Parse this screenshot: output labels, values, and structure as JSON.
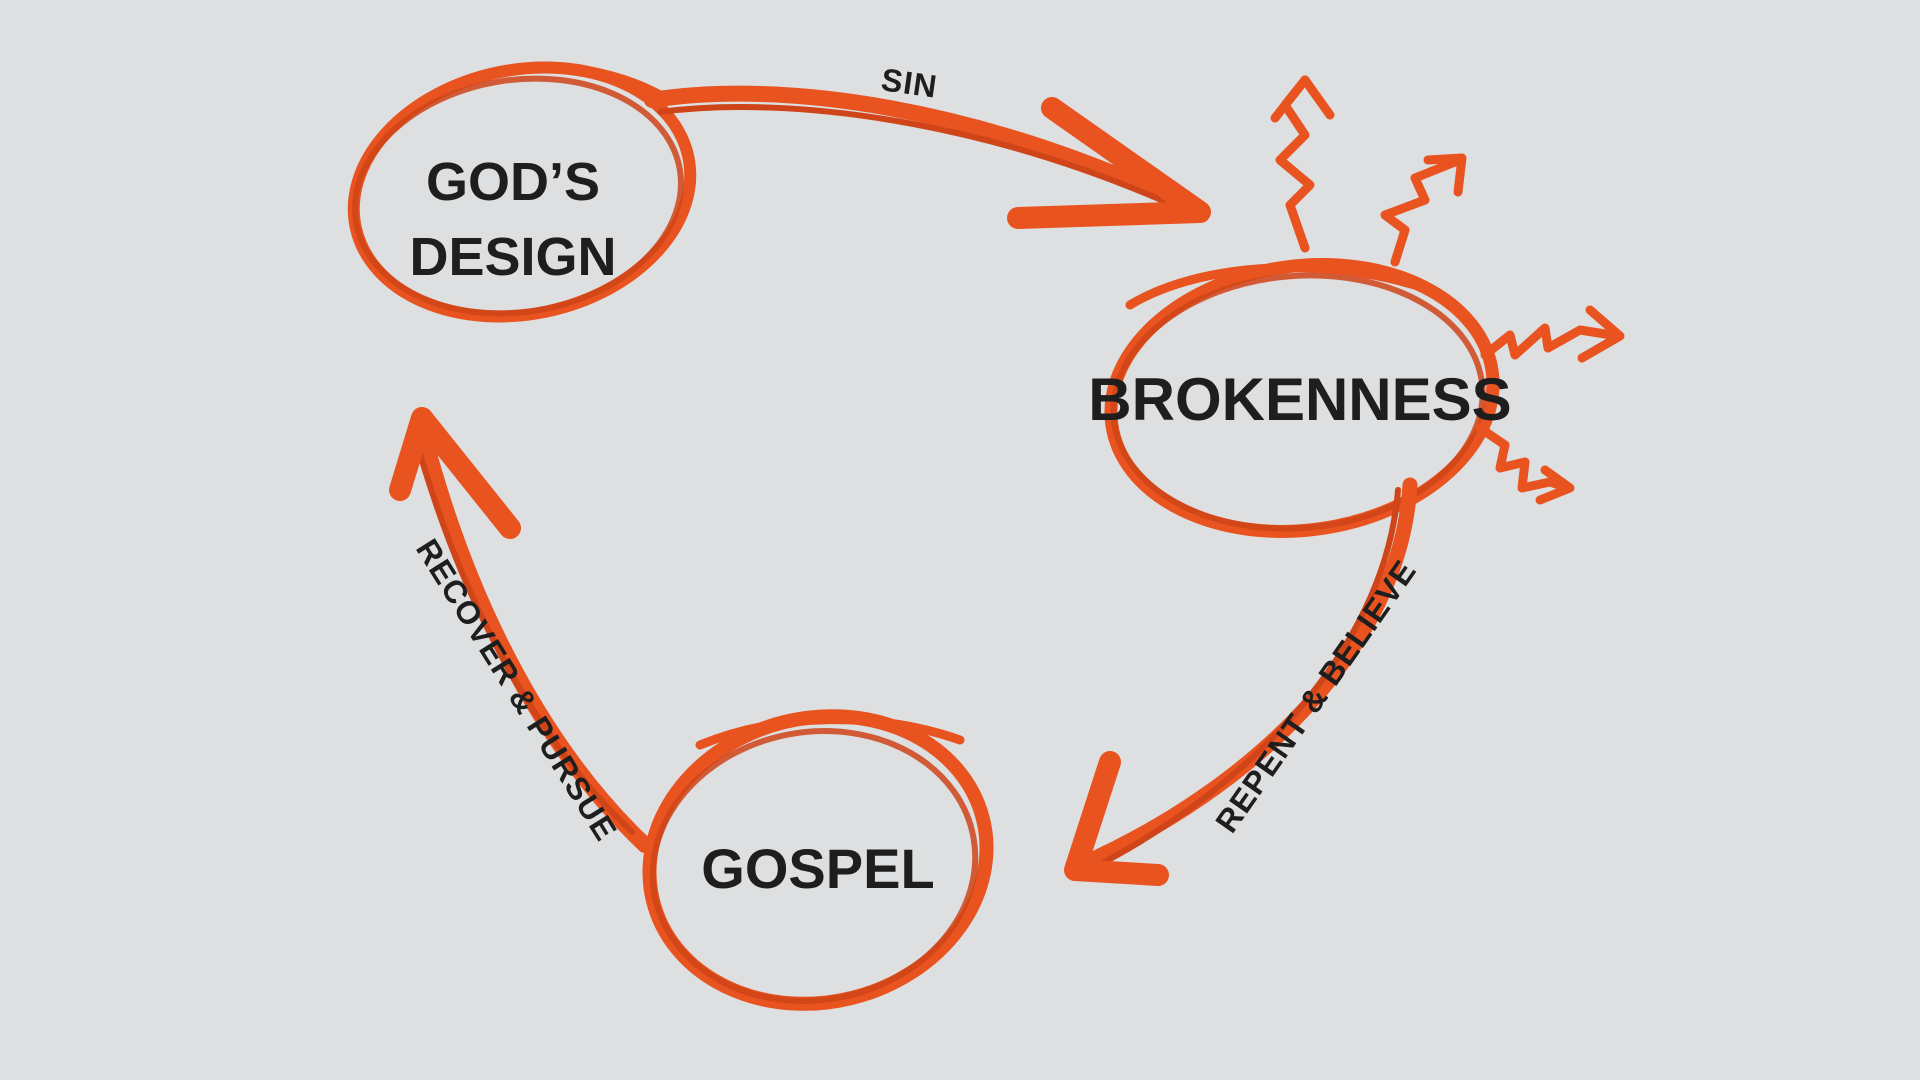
{
  "colors": {
    "background": "#dddfe0",
    "stroke": "#e8531f",
    "stroke_dark": "#cf4418",
    "text": "#1e1e1e"
  },
  "nodes": {
    "gods_design": {
      "line1": "GOD’S",
      "line2": "DESIGN"
    },
    "brokenness": {
      "label": "BROKENNESS"
    },
    "gospel": {
      "label": "GOSPEL"
    }
  },
  "edges": {
    "sin": {
      "label": "SIN"
    },
    "repent_believe": {
      "label": "REPENT & BELIEVE"
    },
    "recover_pursue": {
      "label": "RECOVER & PURSUE"
    }
  },
  "icons": {
    "broken_rays": "zigzag-arrow-icons"
  }
}
